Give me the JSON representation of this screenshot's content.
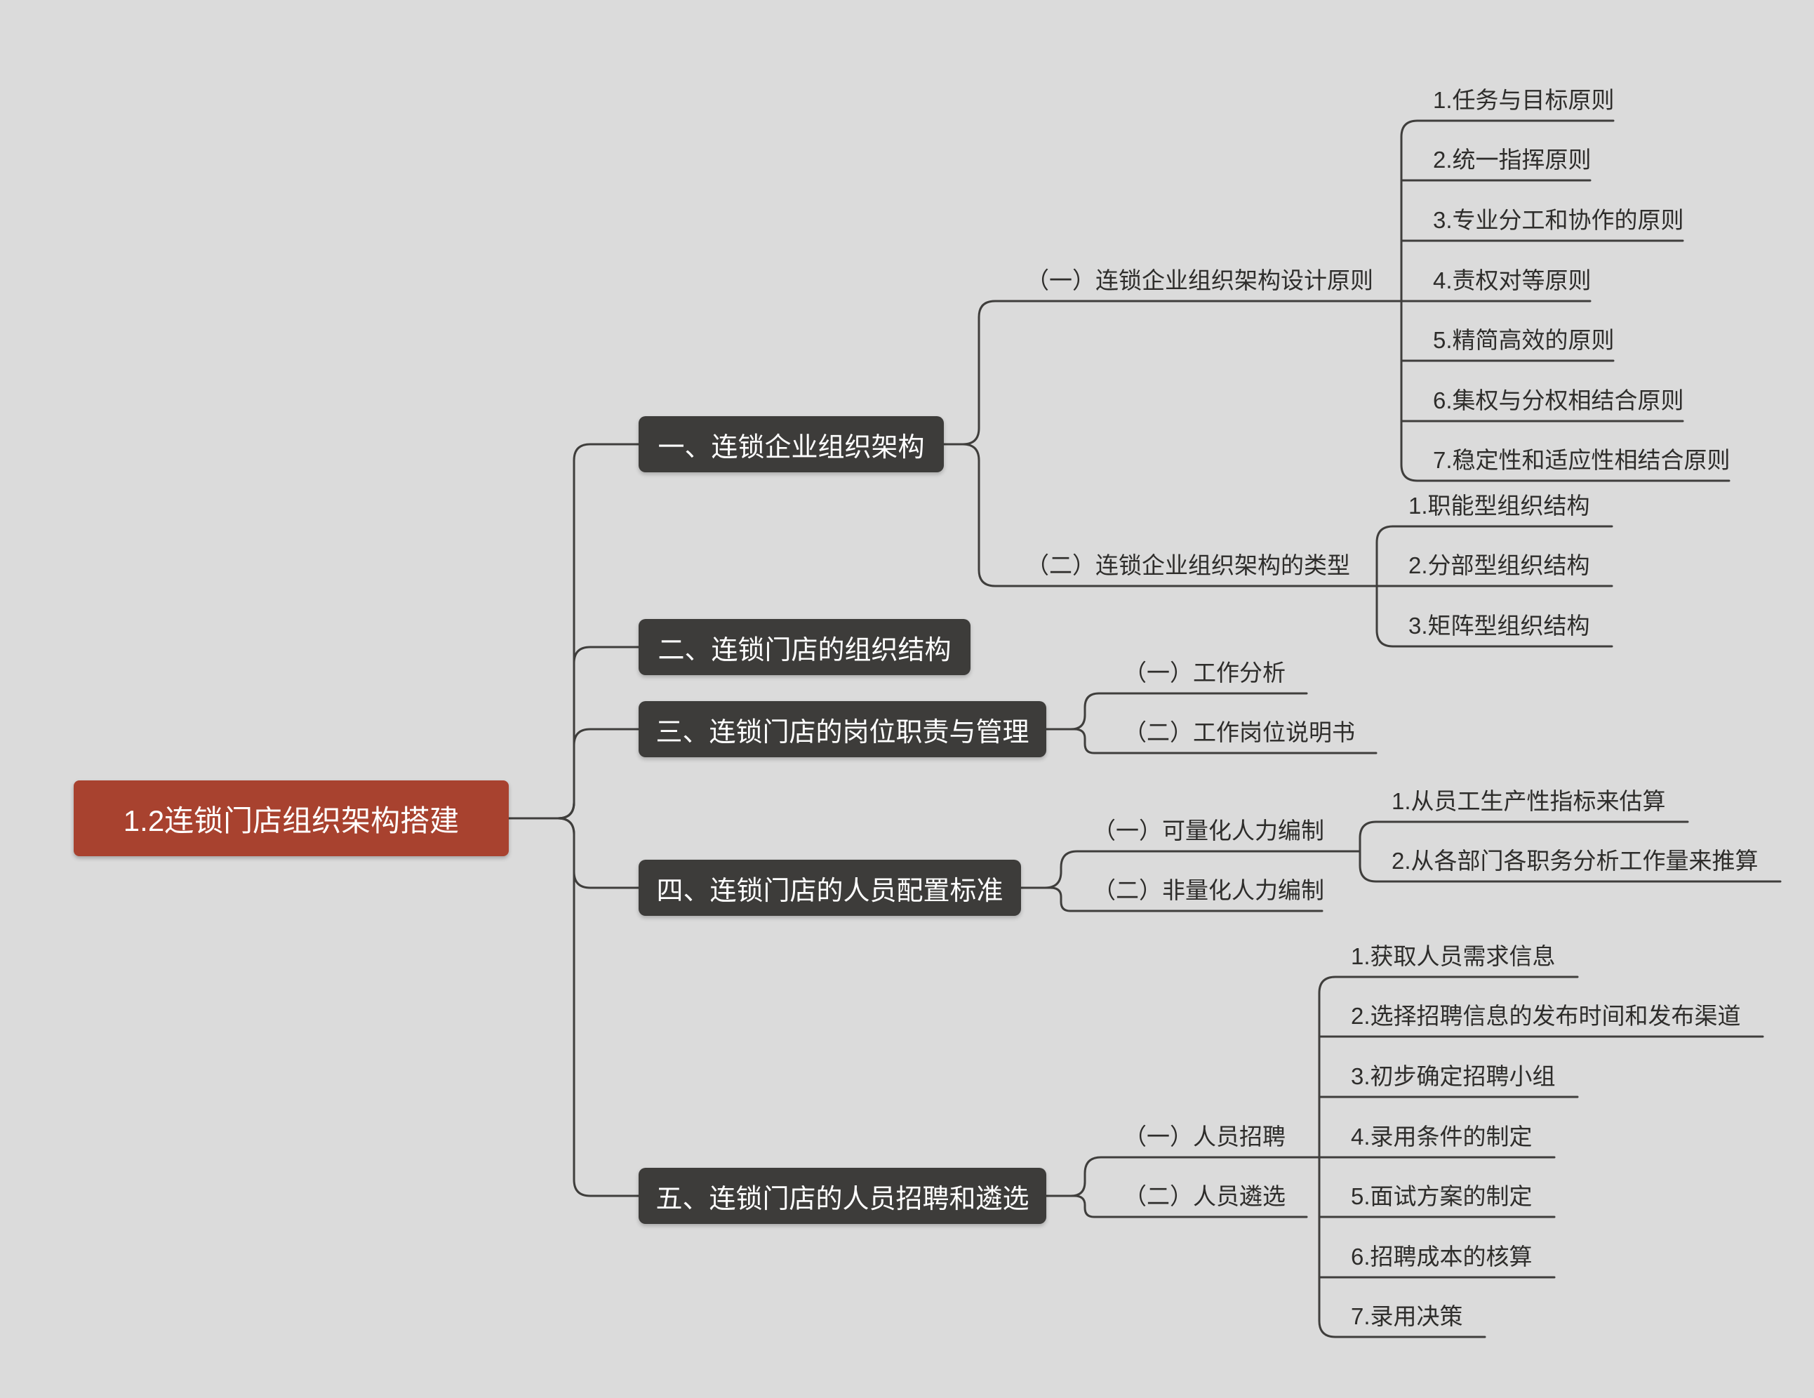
{
  "canvas": {
    "background_color": "#dbdbdb",
    "line_color": "#3f3e3c",
    "root_fill_color": "#a8422f",
    "branch_fill_color": "#3d3c3a"
  },
  "root": {
    "label": "1.2连锁门店组织架构搭建"
  },
  "branches": [
    {
      "label": "一、连锁企业组织架构",
      "children": [
        {
          "label": "（一）连锁企业组织架构设计原则",
          "children": [
            {
              "label": "1.任务与目标原则"
            },
            {
              "label": "2.统一指挥原则"
            },
            {
              "label": "3.专业分工和协作的原则"
            },
            {
              "label": "4.责权对等原则"
            },
            {
              "label": "5.精简高效的原则"
            },
            {
              "label": "6.集权与分权相结合原则"
            },
            {
              "label": "7.稳定性和适应性相结合原则"
            }
          ]
        },
        {
          "label": "（二）连锁企业组织架构的类型",
          "children": [
            {
              "label": "1.职能型组织结构"
            },
            {
              "label": "2.分部型组织结构"
            },
            {
              "label": "3.矩阵型组织结构"
            }
          ]
        }
      ]
    },
    {
      "label": "二、连锁门店的组织结构",
      "children": []
    },
    {
      "label": "三、连锁门店的岗位职责与管理",
      "children": [
        {
          "label": "（一）工作分析",
          "children": []
        },
        {
          "label": "（二）工作岗位说明书",
          "children": []
        }
      ]
    },
    {
      "label": "四、连锁门店的人员配置标准",
      "children": [
        {
          "label": "（一）可量化人力编制",
          "children": [
            {
              "label": "1.从员工生产性指标来估算"
            },
            {
              "label": "2.从各部门各职务分析工作量来推算"
            }
          ]
        },
        {
          "label": "（二）非量化人力编制",
          "children": []
        }
      ]
    },
    {
      "label": "五、连锁门店的人员招聘和遴选",
      "children": [
        {
          "label": "（一）人员招聘",
          "children": [
            {
              "label": "1.获取人员需求信息"
            },
            {
              "label": "2.选择招聘信息的发布时间和发布渠道"
            },
            {
              "label": "3.初步确定招聘小组"
            },
            {
              "label": "4.录用条件的制定"
            },
            {
              "label": "5.面试方案的制定"
            },
            {
              "label": "6.招聘成本的核算"
            },
            {
              "label": "7.录用决策"
            }
          ]
        },
        {
          "label": "（二）人员遴选",
          "children": []
        }
      ]
    }
  ]
}
